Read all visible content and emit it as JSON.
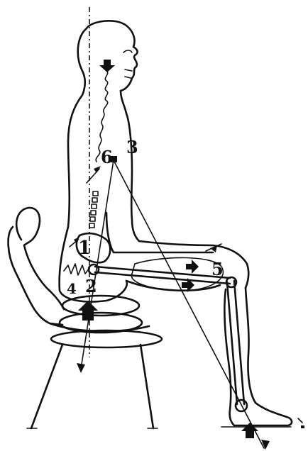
{
  "labels": {
    "n1": "1",
    "n2": "2",
    "n3": "3",
    "n4": "4",
    "n5": "5",
    "n6": "6"
  }
}
